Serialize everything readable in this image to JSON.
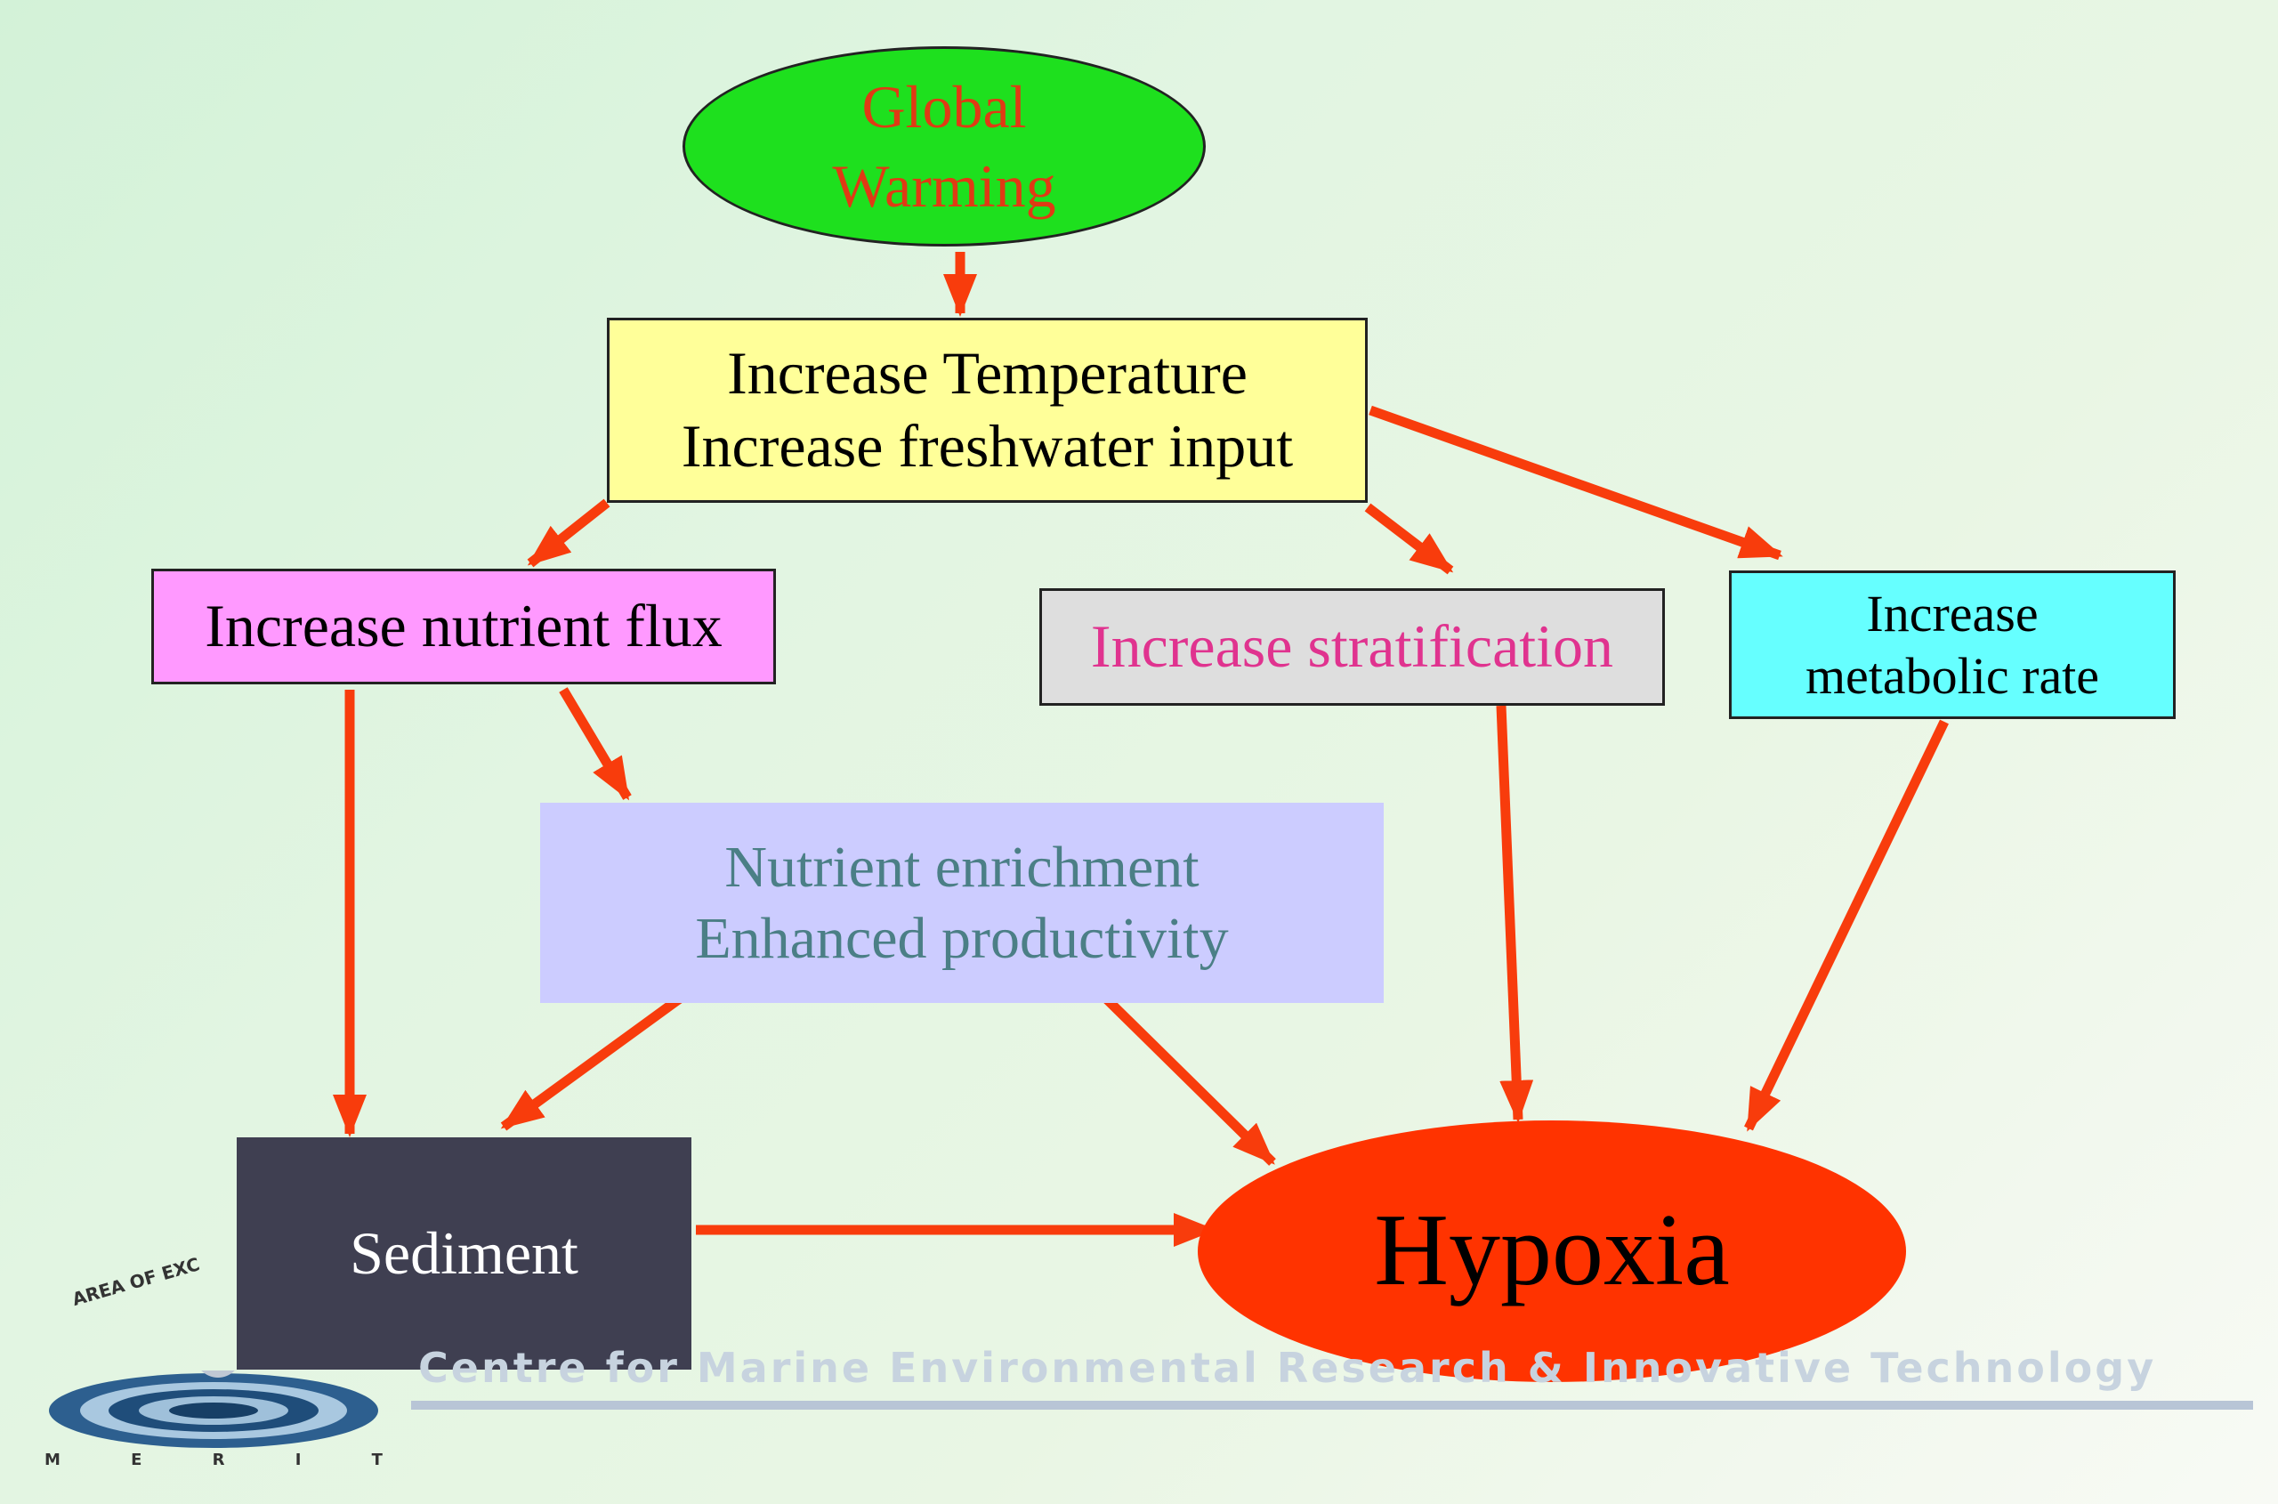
{
  "colors": {
    "arrow": "#f83c0c",
    "global_fill": "#1ee01e",
    "global_text": "#e03a14",
    "temp_fill": "#ffff99",
    "nutrient_fill": "#ff99ff",
    "strat_fill": "#dedede",
    "strat_text": "#e0338f",
    "metabolic_fill": "#66ffff",
    "enrich_fill": "#ccccff",
    "enrich_text": "#4b7f86",
    "sediment_fill": "#3f3f51",
    "sediment_text": "#ffffff",
    "hypoxia_fill": "#ff3300",
    "hypoxia_text": "#000000"
  },
  "nodes": {
    "global_warming": {
      "lines": [
        "Global",
        "Warming"
      ]
    },
    "temperature": {
      "lines": [
        "Increase Temperature",
        "Increase freshwater input"
      ]
    },
    "nutrient_flux": {
      "lines": [
        "Increase nutrient flux"
      ]
    },
    "stratification": {
      "lines": [
        "Increase stratification"
      ]
    },
    "metabolic_rate": {
      "lines": [
        "Increase",
        "metabolic rate"
      ]
    },
    "nutrient_enrichment": {
      "lines": [
        "Nutrient enrichment",
        "Enhanced productivity"
      ]
    },
    "sediment": {
      "lines": [
        "Sediment"
      ]
    },
    "hypoxia": {
      "lines": [
        "Hypoxia"
      ]
    }
  },
  "edges": [
    {
      "from": "global_warming",
      "to": "temperature"
    },
    {
      "from": "temperature",
      "to": "nutrient_flux"
    },
    {
      "from": "temperature",
      "to": "stratification"
    },
    {
      "from": "temperature",
      "to": "metabolic_rate"
    },
    {
      "from": "nutrient_flux",
      "to": "sediment"
    },
    {
      "from": "nutrient_flux",
      "to": "nutrient_enrichment"
    },
    {
      "from": "nutrient_enrichment",
      "to": "sediment"
    },
    {
      "from": "nutrient_enrichment",
      "to": "hypoxia"
    },
    {
      "from": "stratification",
      "to": "hypoxia"
    },
    {
      "from": "metabolic_rate",
      "to": "hypoxia"
    },
    {
      "from": "sediment",
      "to": "hypoxia"
    }
  ],
  "footer": {
    "org_name": "Centre for Marine Environmental Research & Innovative Technology",
    "logo_arc": "AREA OF EXC",
    "logo_letters": [
      "M",
      "E",
      "R",
      "I",
      "T"
    ]
  }
}
